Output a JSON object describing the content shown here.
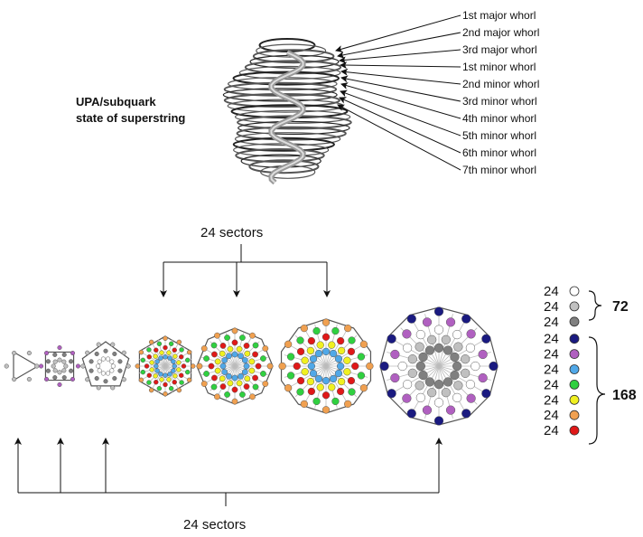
{
  "caption": [
    "UPA/subquark",
    "state of superstring"
  ],
  "whorl_labels": [
    "1st major whorl",
    "2nd major whorl",
    "3rd major whorl",
    "1st minor whorl",
    "2nd minor whorl",
    "3rd minor whorl",
    "4th minor whorl",
    "5th minor whorl",
    "6th minor whorl",
    "7th minor whorl"
  ],
  "top_bracket_label": "24 sectors",
  "bottom_bracket_label": "24 sectors",
  "colors": {
    "white": "#ffffff",
    "light_grey": "#c0c0c0",
    "dark_grey": "#808080",
    "navy": "#1a1a80",
    "magenta": "#b060c0",
    "sky": "#50a8e8",
    "green": "#30d040",
    "yellow": "#f0f020",
    "orange": "#f0a050",
    "red": "#e01818",
    "line": "#666666"
  },
  "legend": {
    "items": [
      {
        "count": "24",
        "color": "white"
      },
      {
        "count": "24",
        "color": "light_grey"
      },
      {
        "count": "24",
        "color": "dark_grey"
      },
      {
        "count": "24",
        "color": "navy"
      },
      {
        "count": "24",
        "color": "magenta"
      },
      {
        "count": "24",
        "color": "sky"
      },
      {
        "count": "24",
        "color": "green"
      },
      {
        "count": "24",
        "color": "yellow"
      },
      {
        "count": "24",
        "color": "orange"
      },
      {
        "count": "24",
        "color": "red"
      }
    ],
    "group_totals": [
      "72",
      "168"
    ]
  },
  "polygons": [
    {
      "sides": 3,
      "rings": [
        "light_grey"
      ]
    },
    {
      "sides": 4,
      "rings": [
        "magenta",
        "dark_grey",
        "light_grey"
      ]
    },
    {
      "sides": 5,
      "rings": [
        "light_grey",
        "dark_grey",
        "white"
      ]
    },
    {
      "sides": 6,
      "rings": [
        "orange",
        "green",
        "red",
        "yellow",
        "sky"
      ]
    },
    {
      "sides": 8,
      "rings": [
        "orange",
        "green",
        "red",
        "yellow",
        "sky"
      ]
    },
    {
      "sides": 10,
      "rings": [
        "orange",
        "green",
        "red",
        "yellow",
        "sky"
      ]
    },
    {
      "sides": 12,
      "rings": [
        "navy",
        "magenta",
        "white",
        "light_grey",
        "dark_grey"
      ]
    }
  ]
}
